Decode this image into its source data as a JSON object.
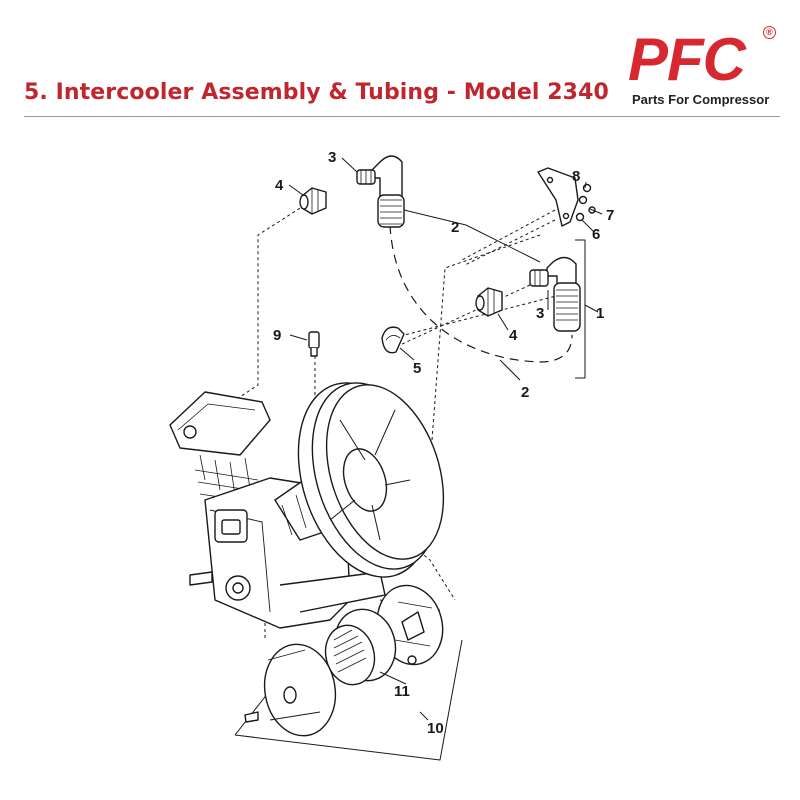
{
  "header": {
    "title": "5. Intercooler Assembly & Tubing - Model 2340",
    "accent_color": "#c0262d"
  },
  "logo": {
    "wordmark": "PFC",
    "tagline": "Parts For Compressor",
    "registered_mark": "®",
    "brand_color": "#d7282f"
  },
  "diagram": {
    "callouts": [
      "1",
      "2",
      "2",
      "3",
      "3",
      "4",
      "4",
      "5",
      "6",
      "7",
      "8",
      "9",
      "10",
      "11"
    ]
  }
}
